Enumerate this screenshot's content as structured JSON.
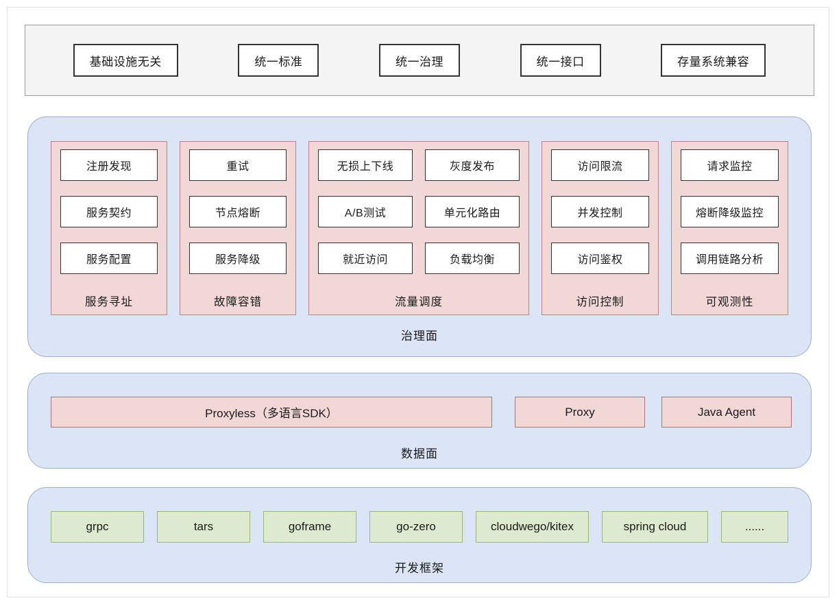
{
  "principles": {
    "items": [
      {
        "label": "基础设施无关"
      },
      {
        "label": "统一标准"
      },
      {
        "label": "统一治理"
      },
      {
        "label": "统一接口"
      },
      {
        "label": "存量系统兼容"
      }
    ]
  },
  "governance": {
    "label": "治理面",
    "groups": [
      {
        "label": "服务寻址",
        "columns": 1,
        "items": [
          {
            "label": "注册发现"
          },
          {
            "label": "服务契约"
          },
          {
            "label": "服务配置"
          }
        ]
      },
      {
        "label": "故障容错",
        "columns": 1,
        "items": [
          {
            "label": "重试"
          },
          {
            "label": "节点熔断"
          },
          {
            "label": "服务降级"
          }
        ]
      },
      {
        "label": "流量调度",
        "columns": 2,
        "items": [
          {
            "label": "无损上下线"
          },
          {
            "label": "灰度发布"
          },
          {
            "label": "A/B测试"
          },
          {
            "label": "单元化路由"
          },
          {
            "label": "就近访问"
          },
          {
            "label": "负载均衡"
          }
        ]
      },
      {
        "label": "访问控制",
        "columns": 1,
        "items": [
          {
            "label": "访问限流"
          },
          {
            "label": "并发控制"
          },
          {
            "label": "访问鉴权"
          }
        ]
      },
      {
        "label": "可观测性",
        "columns": 1,
        "items": [
          {
            "label": "请求监控"
          },
          {
            "label": "熔断降级监控"
          },
          {
            "label": "调用链路分析"
          }
        ]
      }
    ]
  },
  "dataplane": {
    "label": "数据面",
    "items": [
      {
        "label": "Proxyless（多语言SDK）"
      },
      {
        "label": "Proxy"
      },
      {
        "label": "Java Agent"
      }
    ]
  },
  "framework": {
    "label": "开发框架",
    "items": [
      {
        "label": "grpc"
      },
      {
        "label": "tars"
      },
      {
        "label": "goframe"
      },
      {
        "label": "go-zero"
      },
      {
        "label": "cloudwego/kitex"
      },
      {
        "label": "spring cloud"
      },
      {
        "label": "......"
      }
    ]
  },
  "colors": {
    "layer_fill": "#dce5f5",
    "layer_border": "#9aafd4",
    "group_fill": "#f2d7d7",
    "group_border": "#c08080",
    "item_fill": "#ffffff",
    "item_border": "#333333",
    "band_fill": "#f4f4f4",
    "band_border": "#9a9a9a",
    "framework_fill": "#ddeacf",
    "framework_border": "#93b97c"
  }
}
